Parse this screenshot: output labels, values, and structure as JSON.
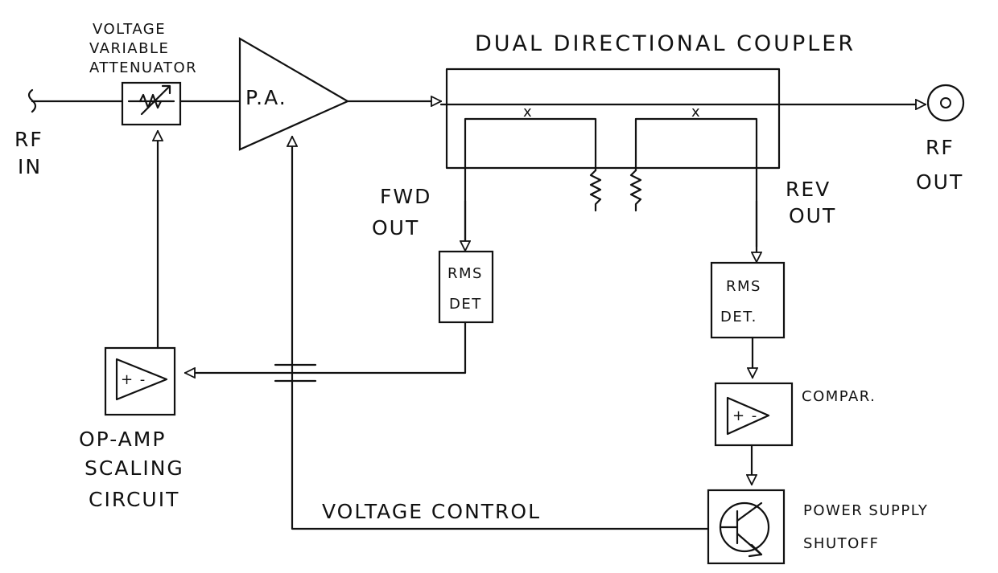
{
  "diagram": {
    "labels": {
      "rf_in": [
        "RF",
        "IN"
      ],
      "vva": [
        "VOLTAGE",
        "VARIABLE",
        "ATTENUATOR"
      ],
      "pa": "P.A.",
      "coupler": "DUAL DIRECTIONAL COUPLER",
      "rf_out": [
        "RF",
        "OUT"
      ],
      "fwd_out": [
        "FWD",
        "OUT"
      ],
      "rev_out": [
        "REV",
        "OUT"
      ],
      "rms_fwd": [
        "RMS",
        "DET"
      ],
      "rms_rev": [
        "RMS",
        "DET."
      ],
      "compar": "COMPAR.",
      "opamp": [
        "OP-AMP",
        "SCALING",
        "CIRCUIT"
      ],
      "voltage_control": "VOLTAGE CONTROL",
      "psu": [
        "POWER SUPPLY",
        "SHUTOFF"
      ],
      "coupling_mark": "x",
      "opamp_signs": "+ -",
      "compar_signs": "+ -"
    }
  }
}
